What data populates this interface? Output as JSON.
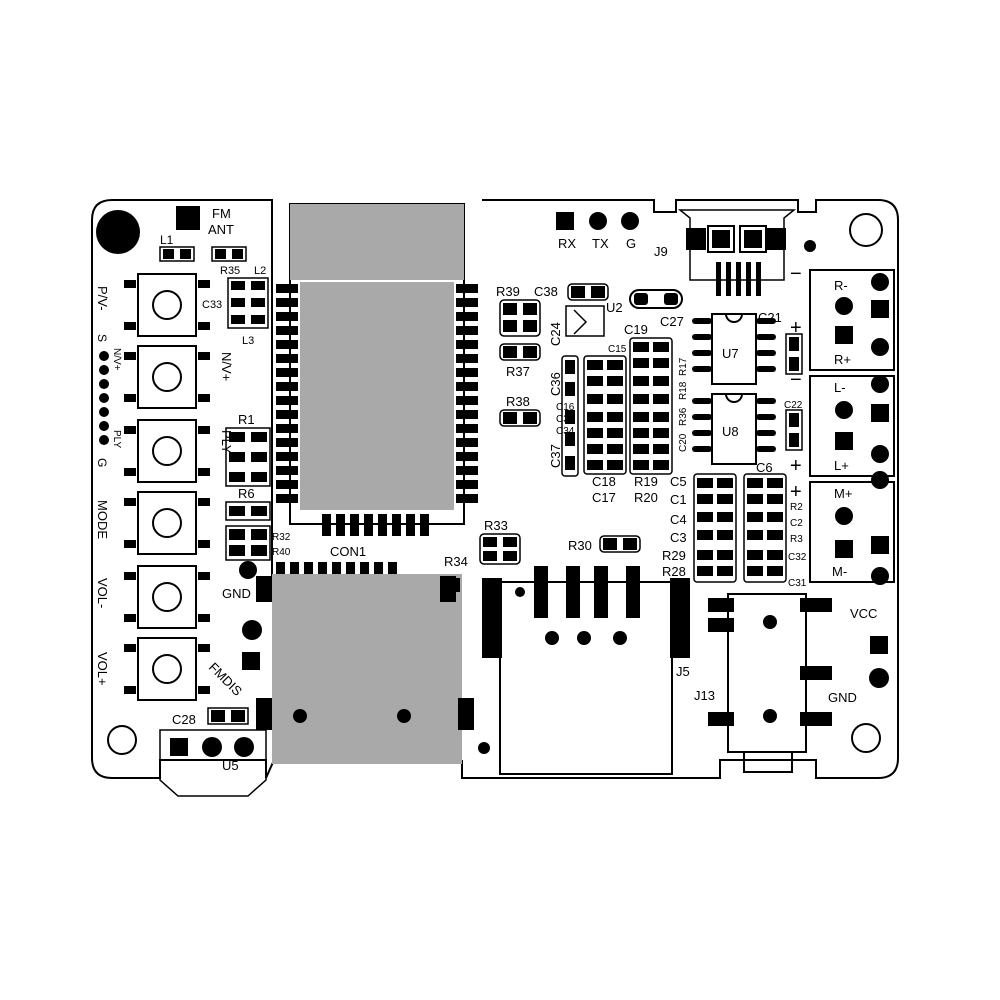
{
  "labels": {
    "fm": "FM",
    "ant": "ANT",
    "l1": "L1",
    "l2": "L2",
    "l3": "L3",
    "r35": "R35",
    "c33": "C33",
    "pv_minus": "P/V-",
    "s": "S",
    "nv_plus_small": "N/V+",
    "ply_small": "PLY",
    "g_small": "G",
    "nv_plus": "N/V+",
    "ply": "PLY",
    "mode": "MODE",
    "vol_minus": "VOL-",
    "vol_plus": "VOL+",
    "r1": "R1",
    "r6": "R6",
    "r32": "R32",
    "r40": "R40",
    "gnd_left": "GND",
    "fmdis": "FMDIS",
    "c28": "C28",
    "u5": "U5",
    "con1": "CON1",
    "r34": "R34",
    "r33": "R33",
    "r30": "R30",
    "rx": "RX",
    "tx": "TX",
    "g": "G",
    "j9": "J9",
    "r39": "R39",
    "c38": "C38",
    "u2": "U2",
    "c24": "C24",
    "c27": "C27",
    "c19": "C19",
    "c15": "C15",
    "r37": "R37",
    "c36": "C36",
    "c16": "C16",
    "c35": "C35",
    "c34": "C34",
    "r38": "R38",
    "c37": "C37",
    "c18": "C18",
    "c17": "C17",
    "r19": "R19",
    "r20": "R20",
    "r17": "R17",
    "r18": "R18",
    "r36": "R36",
    "c20": "C20",
    "u7": "U7",
    "u8": "U8",
    "c21": "C21",
    "c22": "C22",
    "c5": "C5",
    "c1": "C1",
    "c4": "C4",
    "c3": "C3",
    "r29": "R29",
    "r28": "R28",
    "c6": "C6",
    "r2": "R2",
    "c2": "C2",
    "r3": "R3",
    "c32": "C32",
    "c31": "C31",
    "r_minus": "R-",
    "r_plus": "R+",
    "l_minus": "L-",
    "l_plus": "L+",
    "m_plus": "M+",
    "m_minus": "M-",
    "j5": "J5",
    "j13": "J13",
    "vcc": "VCC",
    "gnd_right": "GND",
    "plus": "+",
    "minus": "−"
  },
  "colors": {
    "outline": "#000000",
    "pad": "#000000",
    "module": "#a9a9a9",
    "board": "#ffffff"
  }
}
